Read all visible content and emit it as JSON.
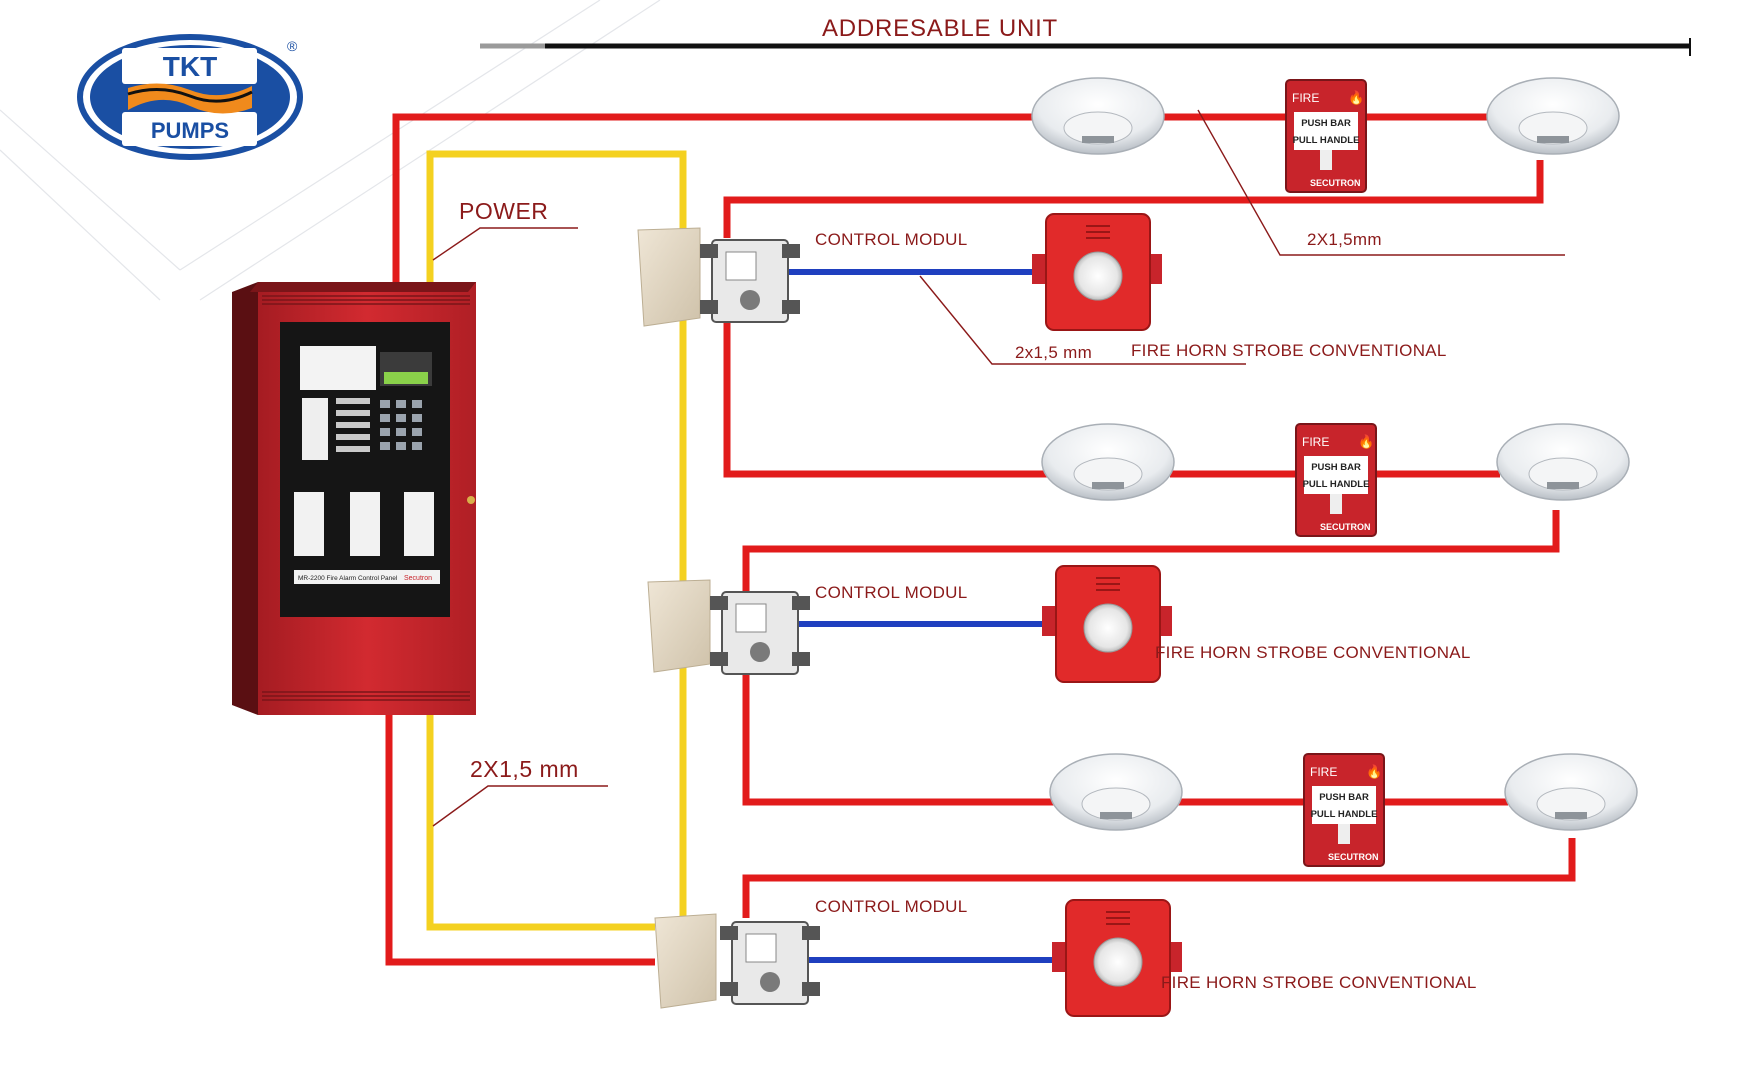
{
  "logo": {
    "line1": "TKT",
    "line2": "PUMPS",
    "mark": "®",
    "icon": "tkt-pumps-logo"
  },
  "header": {
    "title": "ADDRESABLE UNIT"
  },
  "labels": {
    "power": "POWER",
    "loop_cable": "2X1,5 mm",
    "detector_cable": "2X1,5mm",
    "horn_cable": "2x1,5 mm"
  },
  "modules": [
    {
      "label": "CONTROL MODUL",
      "horn_label": "FIRE HORN STROBE CONVENTIONAL"
    },
    {
      "label": "CONTROL MODUL",
      "horn_label": "FIRE HORN STROBE CONVENTIONAL"
    },
    {
      "label": "CONTROL MODUL",
      "horn_label": "FIRE HORN STROBE CONVENTIONAL"
    }
  ],
  "pull_station": {
    "line1": "FIRE",
    "line2": "PUSH BAR",
    "line3": "PULL HANDLE",
    "brand": "SECUTRON"
  },
  "panel": {
    "caption": "MR-2200 Fire Alarm Control Panel",
    "brand": "Secutron"
  },
  "colors": {
    "loop_wire": "#e21b1b",
    "power_wire": "#f4d120",
    "horn_wire": "#1f3fbf",
    "label": "#8b1a1a",
    "logo_blue": "#1a4fa3",
    "panel_red": "#c8242b"
  }
}
